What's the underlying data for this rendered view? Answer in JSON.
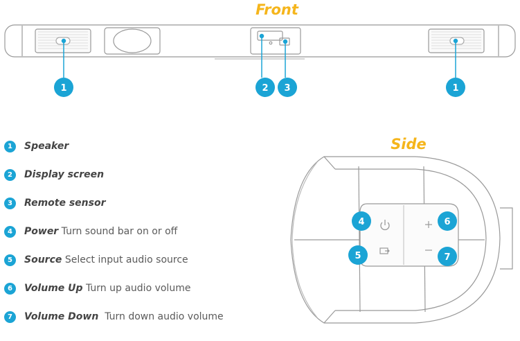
{
  "titles": {
    "front": "Front",
    "side": "Side"
  },
  "callouts": {
    "speaker": "1",
    "display": "2",
    "sensor": "3",
    "power": "4",
    "source": "5",
    "vol_up": "6",
    "vol_down": "7"
  },
  "legend": [
    {
      "num": "1",
      "term": "Speaker",
      "desc": ""
    },
    {
      "num": "2",
      "term": "Display screen",
      "desc": ""
    },
    {
      "num": "3",
      "term": "Remote sensor",
      "desc": ""
    },
    {
      "num": "4",
      "term": "Power",
      "desc": " Turn sound bar on or off"
    },
    {
      "num": "5",
      "term": "Source",
      "desc": " Select input audio source"
    },
    {
      "num": "6",
      "term": "Volume Up",
      "desc": " Turn up audio volume"
    },
    {
      "num": "7",
      "term": "Volume Down",
      "desc": "  Turn down audio volume"
    }
  ],
  "colors": {
    "accent_title": "#f5b51b",
    "callout": "#1ba4d5",
    "line": "#888888"
  },
  "icons": {
    "power": "power-icon",
    "source": "source-icon",
    "plus": "plus-icon",
    "minus": "minus-icon"
  }
}
